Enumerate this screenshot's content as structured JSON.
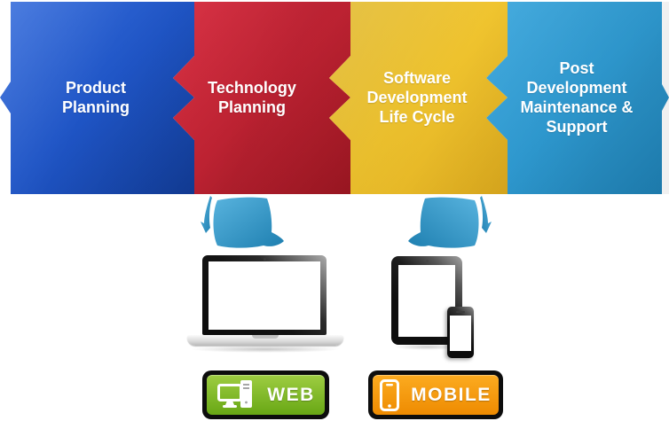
{
  "banner": {
    "segments": [
      {
        "label": "Product\nPlanning",
        "color_top": "#3a70dd",
        "color_mid": "#1f55c6",
        "color_bottom": "#123d9a"
      },
      {
        "label": "Technology\nPlanning",
        "color_top": "#dd3447",
        "color_mid": "#c92435",
        "color_bottom": "#9a1621"
      },
      {
        "label": "Software\nDevelopment\nLife Cycle",
        "color_top": "#f6d04c",
        "color_mid": "#efc32e",
        "color_bottom": "#daa81d"
      },
      {
        "label": "Post\nDevelopment\nMaintenance &\nSupport",
        "color_top": "#47acdf",
        "color_mid": "#2f9cd4",
        "color_bottom": "#1e80b4"
      }
    ]
  },
  "arrows": {
    "color_top": "#58b3de",
    "color_bottom": "#1e7fb0"
  },
  "buttons": {
    "web": {
      "label": "WEB",
      "icon": "desktop-computer-icon",
      "color_top": "#9ecd42",
      "color_bottom": "#68a715"
    },
    "mobile": {
      "label": "MOBILE",
      "icon": "smartphone-icon",
      "color_top": "#fcab20",
      "color_bottom": "#ee8b01"
    }
  }
}
